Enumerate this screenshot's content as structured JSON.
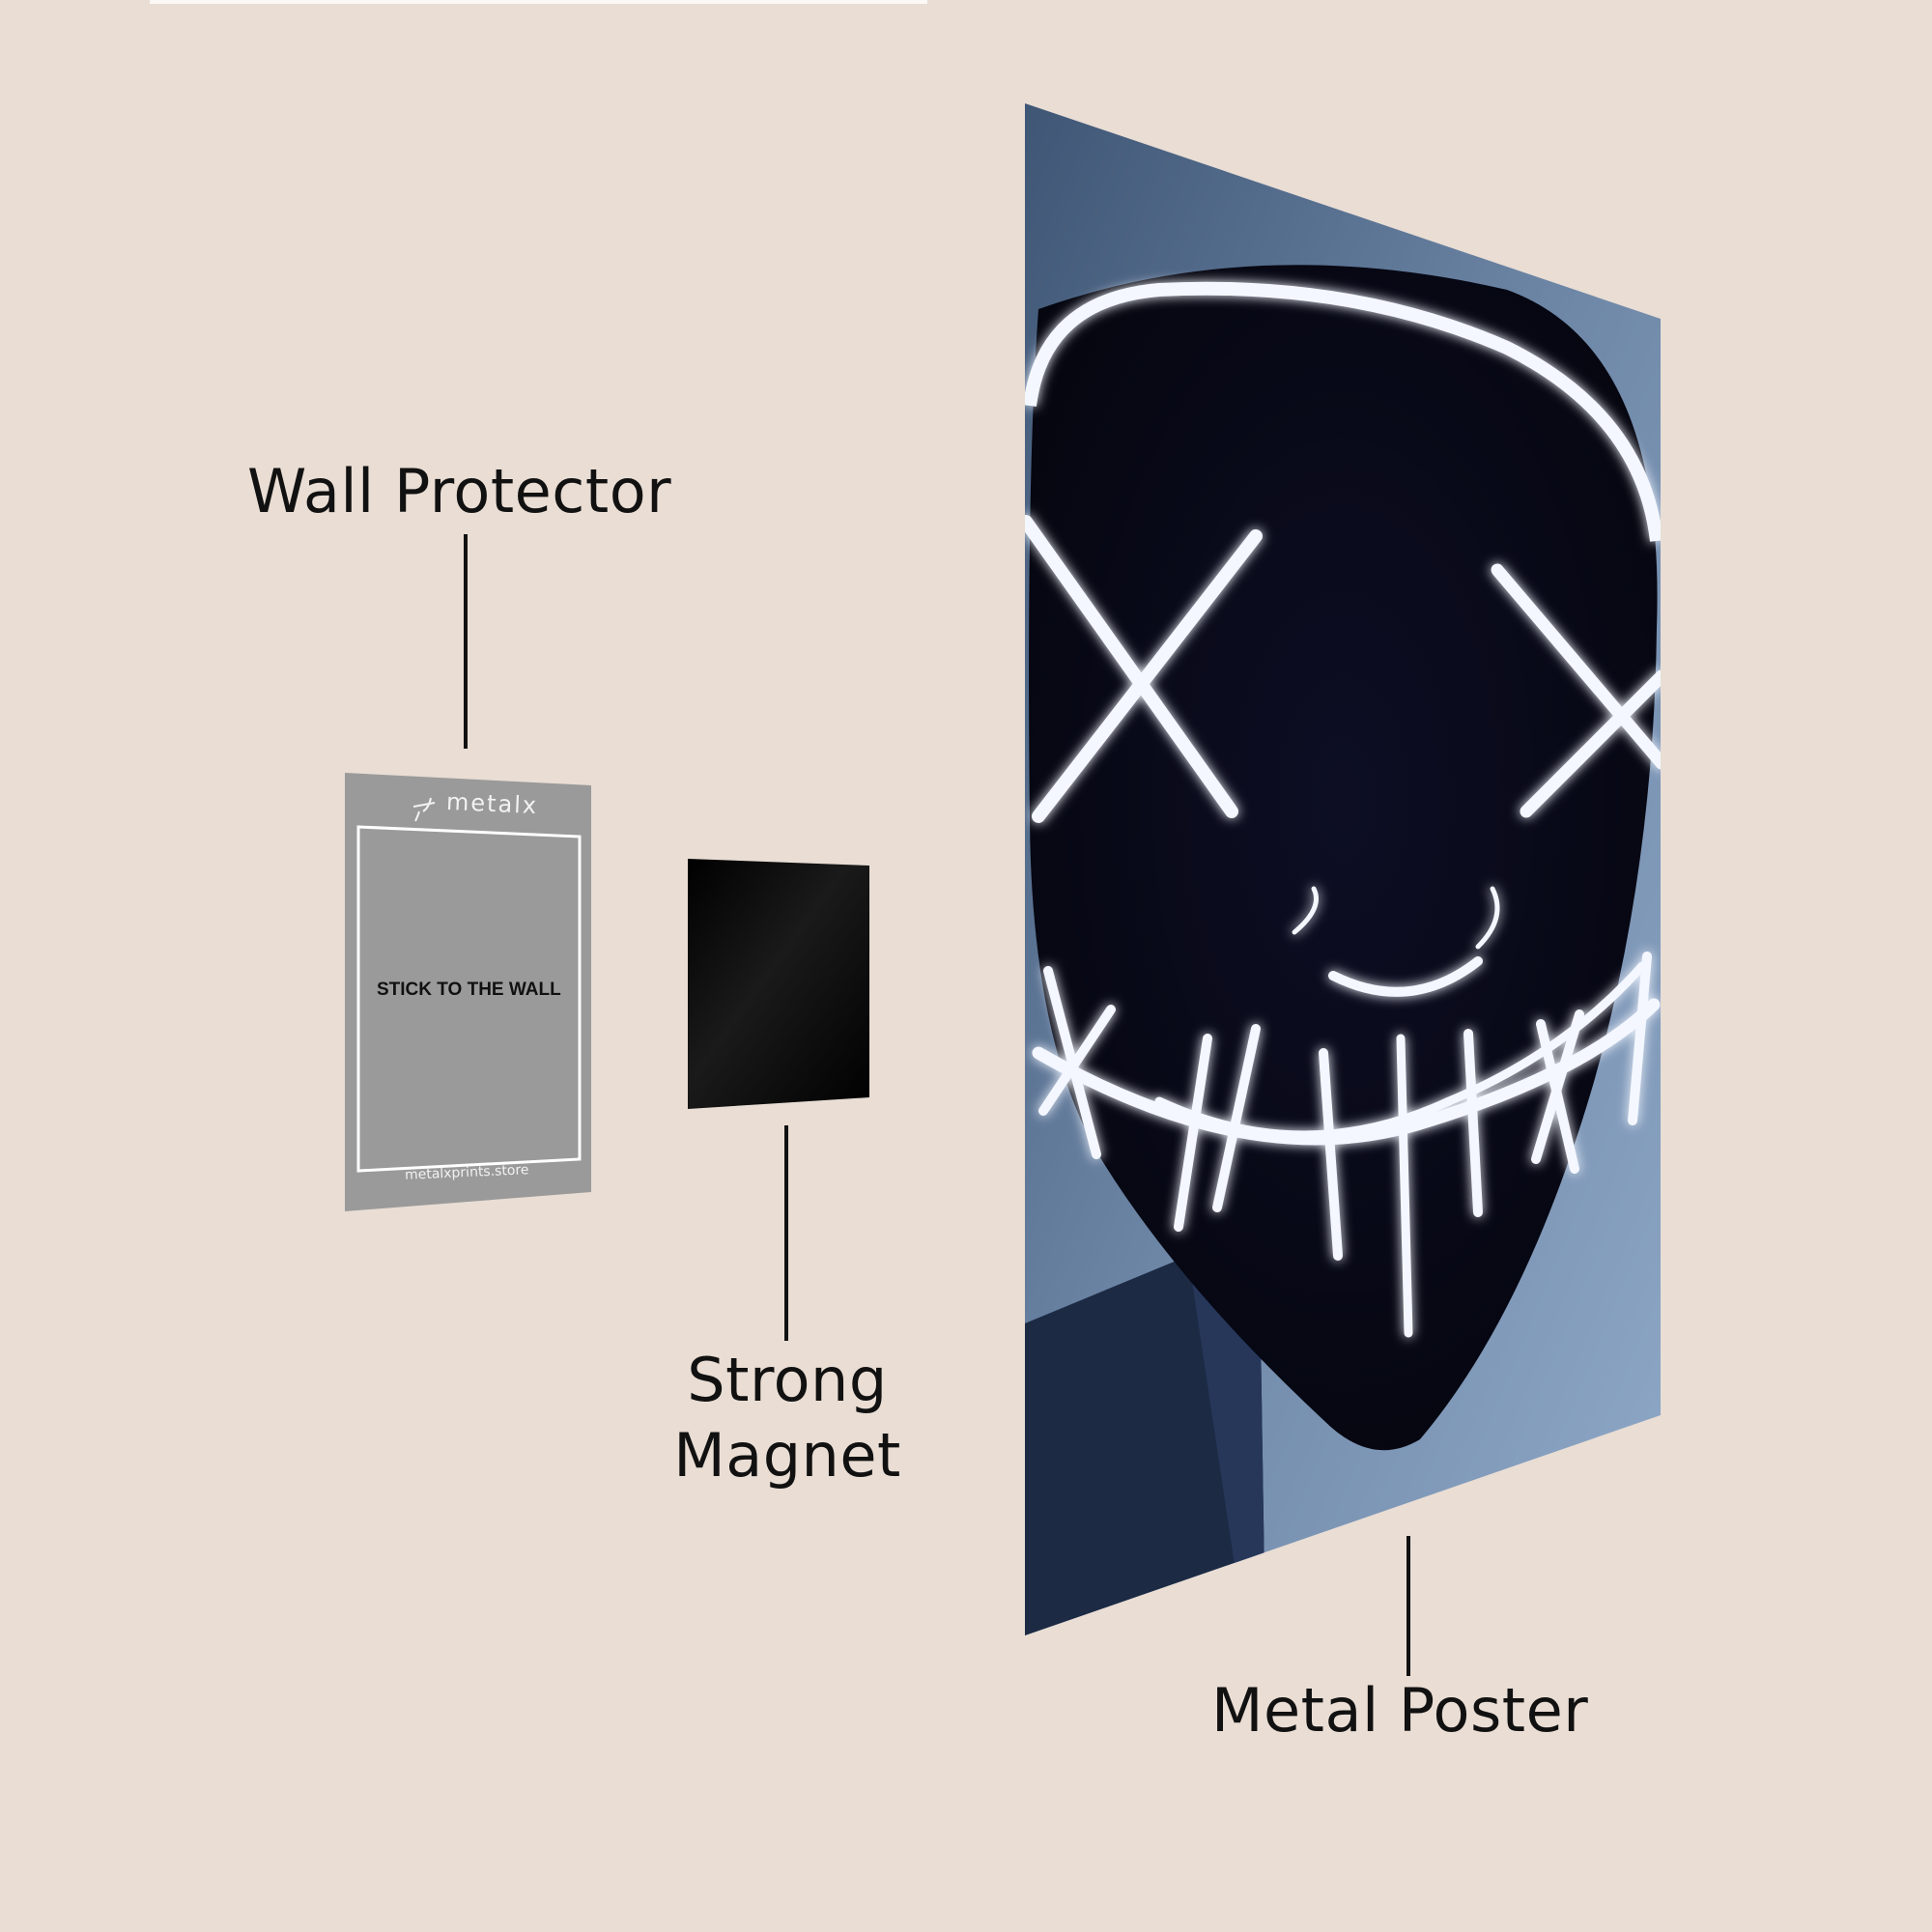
{
  "labels": {
    "wall_protector": "Wall Protector",
    "strong_magnet": "Strong Magnet",
    "metal_poster": "Metal Poster"
  },
  "wall_protector_card": {
    "brand": "metalx",
    "center_text": "STICK TO THE WALL",
    "footer_url": "metalxprints.store",
    "color": "#9a9a9a"
  },
  "magnet": {
    "color": "#050505"
  },
  "poster": {
    "subject": "glowing neon X-eye stitched-smile mask",
    "mask_color": "#0a0b1f",
    "neon_color": "#f4f7ff",
    "backdrop_color": "#7f98b8"
  },
  "colors": {
    "background": "#e9ddd4",
    "text": "#111111"
  }
}
